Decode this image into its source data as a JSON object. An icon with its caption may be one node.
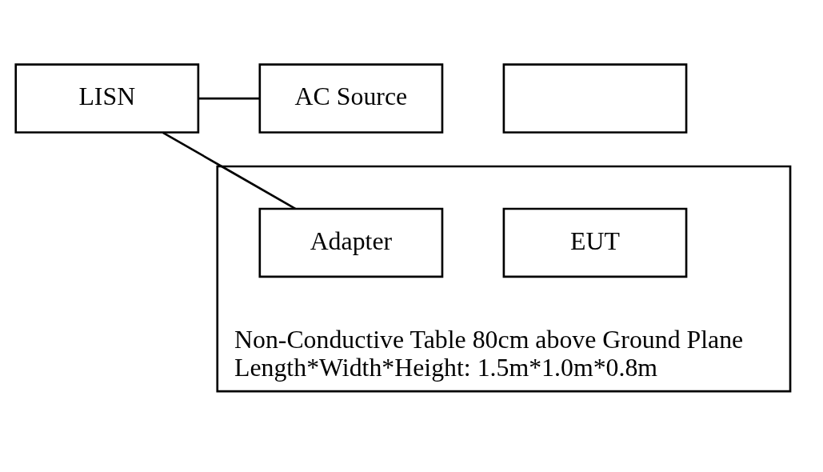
{
  "diagram": {
    "nodes": [
      {
        "text": [
          "LISN"
        ]
      },
      {
        "text": [
          "AC Source"
        ]
      },
      {
        "text": [],
        "shape": "box"
      },
      {
        "text": [
          "Non-Conductive Table 80cm above Ground Plane",
          "Length*Width*Height: 1.5m*1.0m*0.8m"
        ]
      },
      {
        "text": [
          "EUT"
        ],
        "in": 3
      },
      {
        "text": [
          "Adapter"
        ],
        "in": 3
      }
    ],
    "edges": [
      {
        "from": 0,
        "to": 1,
        "arrow": "none"
      },
      {
        "from": 0,
        "to": 5,
        "arrow": "none"
      }
    ]
  }
}
